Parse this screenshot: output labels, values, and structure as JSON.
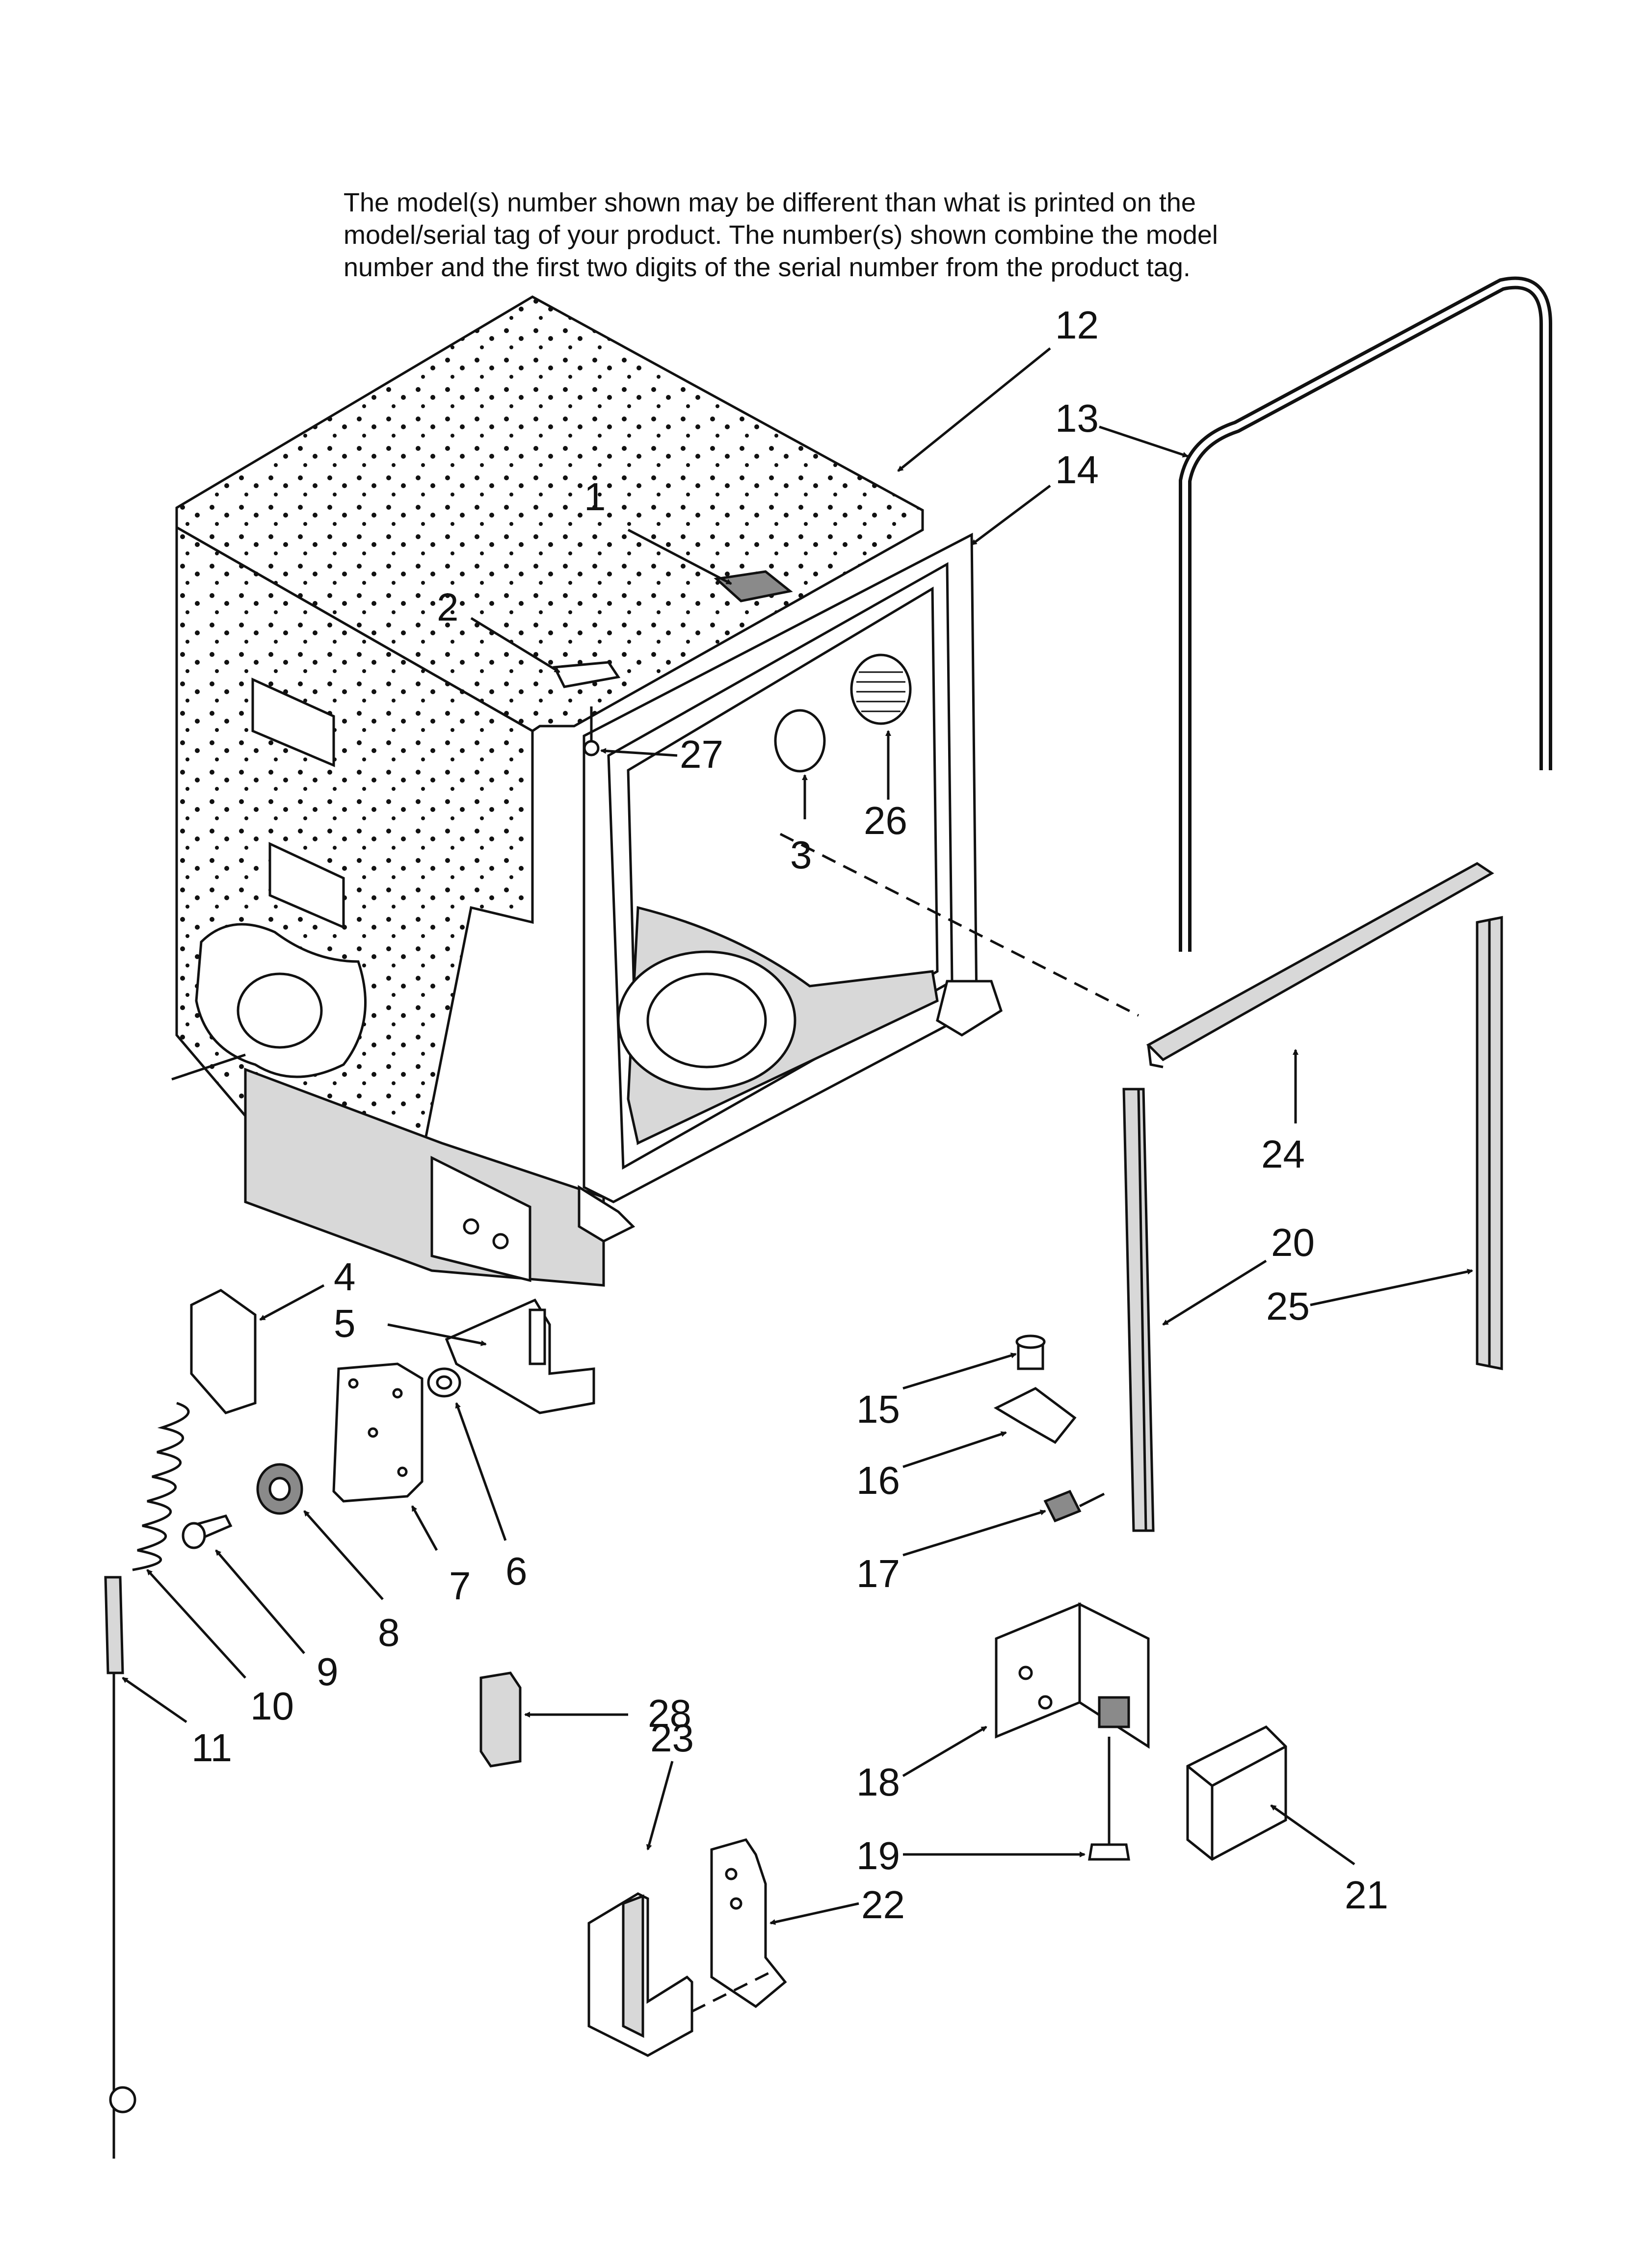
{
  "header": {
    "lines": [
      "The model(s) number shown may be different than what is printed on the",
      "model/serial tag of your product. The number(s) shown combine the model",
      "number and the first two digits of the serial number from the product tag."
    ]
  },
  "callouts": [
    {
      "id": "c1",
      "label": "1"
    },
    {
      "id": "c2",
      "label": "2"
    },
    {
      "id": "c3",
      "label": "3"
    },
    {
      "id": "c4",
      "label": "4"
    },
    {
      "id": "c5",
      "label": "5"
    },
    {
      "id": "c6",
      "label": "6"
    },
    {
      "id": "c7",
      "label": "7"
    },
    {
      "id": "c8",
      "label": "8"
    },
    {
      "id": "c9",
      "label": "9"
    },
    {
      "id": "c10",
      "label": "10"
    },
    {
      "id": "c11",
      "label": "11"
    },
    {
      "id": "c12",
      "label": "12"
    },
    {
      "id": "c13",
      "label": "13"
    },
    {
      "id": "c14",
      "label": "14"
    },
    {
      "id": "c15",
      "label": "15"
    },
    {
      "id": "c16",
      "label": "16"
    },
    {
      "id": "c17",
      "label": "17"
    },
    {
      "id": "c18",
      "label": "18"
    },
    {
      "id": "c19",
      "label": "19"
    },
    {
      "id": "c20",
      "label": "20"
    },
    {
      "id": "c21",
      "label": "21"
    },
    {
      "id": "c22",
      "label": "22"
    },
    {
      "id": "c23",
      "label": "23"
    },
    {
      "id": "c24",
      "label": "24"
    },
    {
      "id": "c25",
      "label": "25"
    },
    {
      "id": "c26",
      "label": "26"
    },
    {
      "id": "c27",
      "label": "27"
    },
    {
      "id": "c28",
      "label": "28"
    }
  ]
}
